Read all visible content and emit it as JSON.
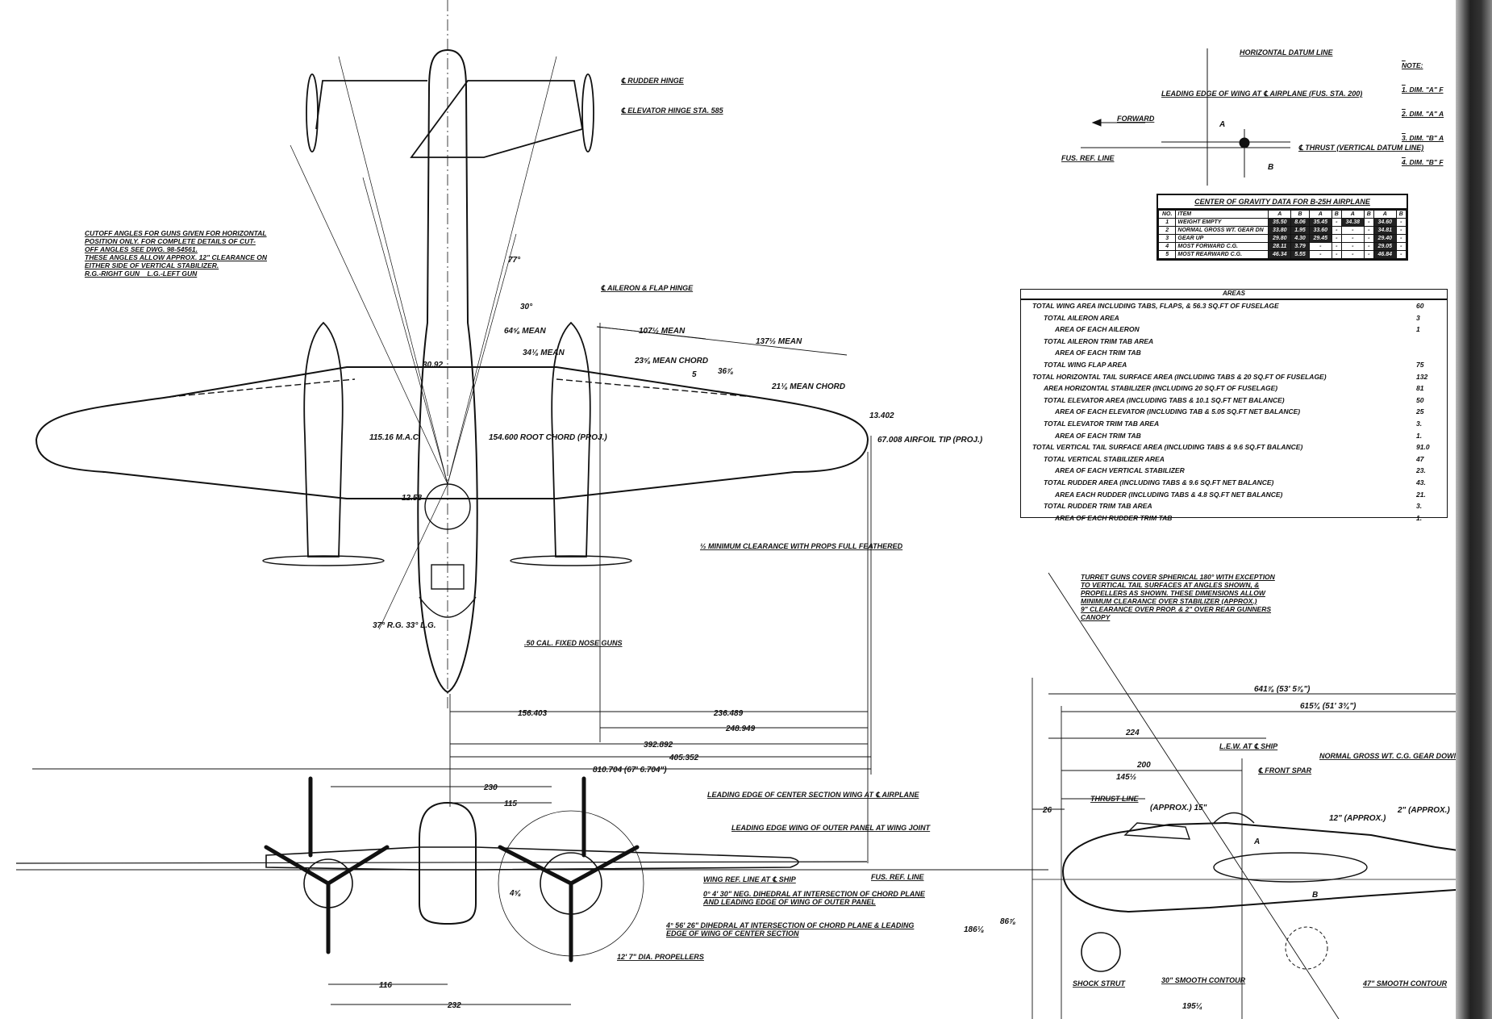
{
  "top_view": {
    "rudder_hinge": "℄ RUDDER HINGE",
    "elevator_hinge": "℄ ELEVATOR HINGE STA. 585",
    "aileron_flap_hinge": "℄ AILERON & FLAP HINGE",
    "cutoff_note": "CUTOFF ANGLES FOR GUNS GIVEN FOR HORIZONTAL\nPOSITION ONLY. FOR COMPLETE DETAILS OF CUT-\nOFF ANGLES SEE DWG. 98-54561.\nTHESE ANGLES ALLOW APPROX. 12\" CLEARANCE ON\nEITHER SIDE OF VERTICAL STABILIZER.\nR.G.-RIGHT GUN    L.G.-LEFT GUN",
    "dim_64_mean": "64⅝ MEAN",
    "dim_34_mean": "34⅛ MEAN",
    "dim_107_mean": "107½ MEAN",
    "dim_137_mean": "137½ MEAN",
    "dim_23_mean_chord": "23⅝ MEAN CHORD",
    "dim_21_mean_chord": "21⅛ MEAN CHORD",
    "dim_36": "36⅞",
    "dim_5": "5",
    "root_chord": "154.600 ROOT CHORD (PROJ.)",
    "mac": "115.16 M.A.C.",
    "dim_30_92": "30.92",
    "dim_12_58": "12.58",
    "dim_13_402": "13.402",
    "airfoil_tip": "67.008 AIRFOIL TIP (PROJ.)",
    "angle_77": "77°",
    "angle_30": "30°",
    "angle_rg_lg": "37° R.G. 33° L.G.",
    "prop_clearance": "½ MINIMUM CLEARANCE WITH PROPS FULL FEATHERED",
    "nose_guns": ".50 CAL. FIXED NOSE GUNS",
    "dim_156": "156.403",
    "dim_236": "236.489",
    "dim_248": "248.949",
    "dim_392": "392.892",
    "dim_405": "405.352",
    "dim_810": "810.704 (67' 6.704\")"
  },
  "front_view": {
    "dim_230": "230",
    "dim_115": "115",
    "dim_116": "116",
    "dim_232": "232",
    "le_center": "LEADING EDGE OF CENTER SECTION WING AT ℄ AIRPLANE",
    "le_outer": "LEADING EDGE WING OF OUTER PANEL AT WING JOINT",
    "wing_ref": "WING REF. LINE AT ℄ SHIP",
    "fus_ref": "FUS. REF. LINE",
    "dihedral_outer": "0° 4' 30\" NEG. DIHEDRAL AT INTERSECTION OF CHORD PLANE AND LEADING EDGE OF WING OF OUTER PANEL",
    "dihedral_center": "4° 56' 26\" DIHEDRAL AT INTERSECTION OF CHORD PLANE & LEADING EDGE OF WING OF CENTER SECTION",
    "prop_dia": "12' 7\" DIA. PROPELLERS",
    "dim_4": "4⅝"
  },
  "datum": {
    "horizontal": "HORIZONTAL DATUM LINE",
    "leading_edge": "LEADING EDGE OF WING AT ℄ AIRPLANE (FUS. STA. 200)",
    "forward": "FORWARD",
    "fus_ref": "FUS. REF. LINE",
    "thrust": "℄ THRUST (VERTICAL DATUM LINE)",
    "a": "A",
    "b": "B"
  },
  "notes": {
    "title": "NOTE:",
    "items": [
      "1. DIM. \"A\" F",
      "2. DIM. \"A\" A",
      "3. DIM. \"B\" A",
      "4. DIM. \"B\" F"
    ]
  },
  "cg_table": {
    "title": "CENTER OF GRAVITY DATA FOR B-25H AIRPLANE",
    "headers": [
      "NO.",
      "ITEM",
      "A",
      "B",
      "A",
      "B",
      "A",
      "B",
      "A",
      "B"
    ],
    "rows": [
      {
        "no": "1",
        "item": "WEIGHT EMPTY",
        "cells": [
          "35.50",
          "8.06",
          "35.45",
          "-",
          "34.38",
          "-",
          "34.60",
          "-"
        ]
      },
      {
        "no": "2",
        "item": "NORMAL GROSS WT. GEAR DN",
        "cells": [
          "33.80",
          "1.95",
          "33.60",
          "-",
          "-",
          "-",
          "34.81",
          "-"
        ]
      },
      {
        "no": "3",
        "item": "GEAR UP",
        "cells": [
          "29.80",
          "4.30",
          "29.45",
          "-",
          "-",
          "-",
          "29.40",
          "-"
        ]
      },
      {
        "no": "4",
        "item": "MOST FORWARD C.G.",
        "cells": [
          "28.11",
          "3.79",
          "-",
          "-",
          "-",
          "-",
          "29.05",
          "-"
        ]
      },
      {
        "no": "5",
        "item": "MOST REARWARD C.G.",
        "cells": [
          "46.34",
          "5.55",
          "-",
          "-",
          "-",
          "-",
          "46.84",
          "-"
        ]
      }
    ]
  },
  "areas_table": {
    "title": "AREAS",
    "rows": [
      {
        "label": "TOTAL WING AREA INCLUDING TABS, FLAPS, & 56.3 SQ.FT OF FUSELAGE",
        "value": "60",
        "indent": 0
      },
      {
        "label": "TOTAL AILERON AREA",
        "value": "3",
        "indent": 1
      },
      {
        "label": "AREA OF EACH AILERON",
        "value": "1",
        "indent": 2
      },
      {
        "label": "TOTAL AILERON TRIM TAB AREA",
        "value": "",
        "indent": 1
      },
      {
        "label": "AREA OF EACH TRIM TAB",
        "value": "",
        "indent": 2
      },
      {
        "label": "TOTAL WING FLAP AREA",
        "value": "75",
        "indent": 1
      },
      {
        "label": "TOTAL HORIZONTAL TAIL SURFACE AREA (INCLUDING TABS & 20 SQ.FT OF FUSELAGE)",
        "value": "132",
        "indent": 0
      },
      {
        "label": "AREA HORIZONTAL STABILIZER (INCLUDING 20 SQ.FT OF FUSELAGE)",
        "value": "81",
        "indent": 1
      },
      {
        "label": "TOTAL ELEVATOR AREA (INCLUDING TABS & 10.1 SQ.FT NET BALANCE)",
        "value": "50",
        "indent": 1
      },
      {
        "label": "AREA OF EACH ELEVATOR (INCLUDING TAB & 5.05 SQ.FT NET BALANCE)",
        "value": "25",
        "indent": 2
      },
      {
        "label": "TOTAL ELEVATOR TRIM TAB AREA",
        "value": "3.",
        "indent": 1
      },
      {
        "label": "AREA OF EACH TRIM TAB",
        "value": "1.",
        "indent": 2
      },
      {
        "label": "TOTAL VERTICAL TAIL SURFACE AREA (INCLUDING TABS & 9.6 SQ.FT BALANCE)",
        "value": "91.0",
        "indent": 0
      },
      {
        "label": "TOTAL VERTICAL STABILIZER AREA",
        "value": "47",
        "indent": 1
      },
      {
        "label": "AREA OF EACH VERTICAL STABILIZER",
        "value": "23.",
        "indent": 2
      },
      {
        "label": "TOTAL RUDDER AREA (INCLUDING TABS & 9.6 SQ.FT NET BALANCE)",
        "value": "43.",
        "indent": 1
      },
      {
        "label": "AREA EACH RUDDER (INCLUDING TABS & 4.8 SQ.FT NET BALANCE)",
        "value": "21.",
        "indent": 2
      },
      {
        "label": "TOTAL RUDDER TRIM TAB AREA",
        "value": "3.",
        "indent": 1
      },
      {
        "label": "AREA OF EACH RUDDER TRIM TAB",
        "value": "1.",
        "indent": 2
      }
    ]
  },
  "side_view": {
    "turret_note": "TURRET GUNS COVER SPHERICAL 180° WITH EXCEPTION\nTO VERTICAL TAIL SURFACES AT ANGLES SHOWN, &\nPROPELLERS AS SHOWN. THESE DIMENSIONS ALLOW\nMINIMUM CLEARANCE OVER STABILIZER (APPROX.)\n9\" CLEARANCE OVER PROP. & 2\" OVER REAR GUNNERS\nCANOPY",
    "dim_641": "641⅞ (53' 5⅞\")",
    "dim_615": "615¾ (51' 3¾\")",
    "dim_224": "224",
    "dim_200": "200",
    "dim_145": "145½",
    "dim_26": "26",
    "lew": "L.E.W. AT ℄ SHIP",
    "front_spar": "℄ FRONT SPAR",
    "normal_gross": "NORMAL GROSS WT. C.G. GEAR DOWN",
    "thrust_line": "THRUST LINE",
    "approx_15": "(APPROX.) 15\"",
    "approx_12": "12\" (APPROX.)",
    "approx_2": "2\" (APPROX.)",
    "smooth_30": "30\" SMOOTH CONTOUR",
    "smooth_47": "47\" SMOOTH CONTOUR",
    "shock_strut": "SHOCK STRUT",
    "dim_186": "186⅛",
    "dim_86": "86⅞",
    "dim_195": "195¼",
    "a": "A",
    "b": "B"
  }
}
